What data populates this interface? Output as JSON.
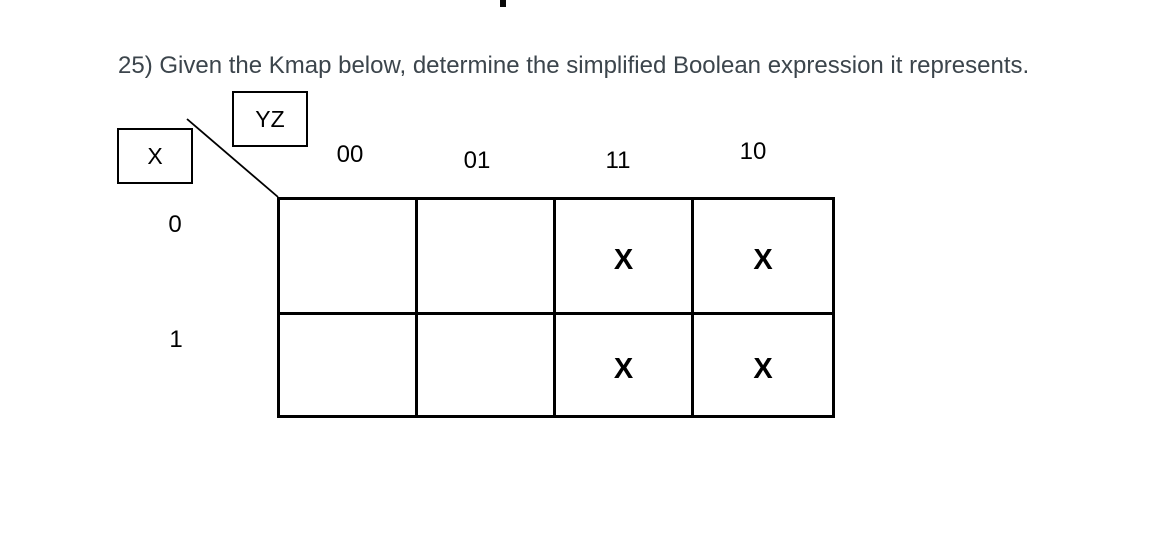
{
  "question": {
    "text": "25) Given the Kmap below, determine the simplified Boolean expression it represents."
  },
  "kmap": {
    "col_var_label": "YZ",
    "row_var_label": "X",
    "col_headers": [
      "00",
      "01",
      "11",
      "10"
    ],
    "row_headers": [
      "0",
      "1"
    ],
    "cells": [
      [
        "",
        "",
        "X",
        "X"
      ],
      [
        "",
        "",
        "X",
        "X"
      ]
    ]
  },
  "colors": {
    "question_text": "#3c454c",
    "diagram_ink": "#000000",
    "background": "#ffffff"
  }
}
